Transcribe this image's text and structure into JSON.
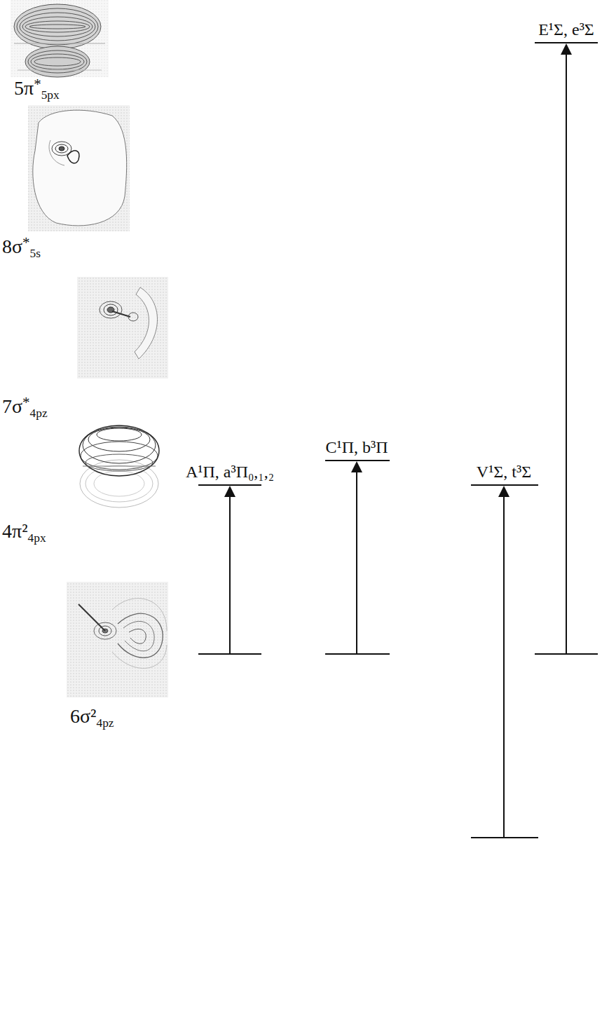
{
  "diagram": {
    "labels": [
      "5π*5px",
      "8σ*5s",
      "7σ*4pz",
      "4π²4px",
      "6σ²4pz",
      "E¹Σ, e³Σ",
      "C¹Π, b³Π",
      "A¹Π, a³Π₀,₁,₂",
      "V¹Σ, t³Σ"
    ]
  }
}
